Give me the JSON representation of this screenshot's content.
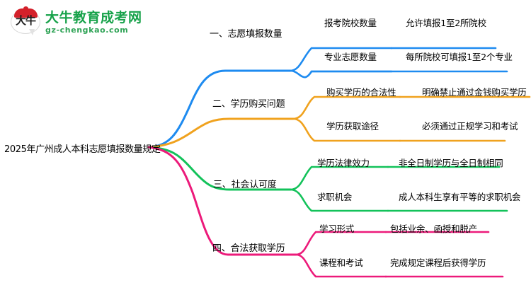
{
  "watermark": {
    "logo_glyph": "大牛",
    "brand_name": "大牛教育成考网",
    "domain": "gz-chengkao.com",
    "brand_color": "#17a24a",
    "cap_color": "#d3202a"
  },
  "mindmap": {
    "root": "2025年广州成人本科志愿填报数量规定",
    "branches": [
      {
        "label": "一、志愿填报数量",
        "color": "#1e8bf0",
        "children": [
          {
            "label": "报考院校数量",
            "detail": "允许填报1至2所院校"
          },
          {
            "label": "专业志愿数量",
            "detail": "每所院校可填报1至2个专业"
          }
        ]
      },
      {
        "label": "二、学历购买问题",
        "color": "#f0a21e",
        "children": [
          {
            "label": "购买学历的合法性",
            "detail": "明确禁止通过金钱购买学历"
          },
          {
            "label": "学历获取途径",
            "detail": "必须通过正规学习和考试"
          }
        ]
      },
      {
        "label": "三、社会认可度",
        "color": "#13c25a",
        "children": [
          {
            "label": "学历法律效力",
            "detail": "非全日制学历与全日制相同"
          },
          {
            "label": "求职机会",
            "detail": "成人本科生享有平等的求职机会"
          }
        ]
      },
      {
        "label": "四、合法获取学历",
        "color": "#ec1a7a",
        "children": [
          {
            "label": "学习形式",
            "detail": "包括业余、函授和脱产"
          },
          {
            "label": "课程和考试",
            "detail": "完成规定课程后获得学历"
          }
        ]
      }
    ]
  }
}
